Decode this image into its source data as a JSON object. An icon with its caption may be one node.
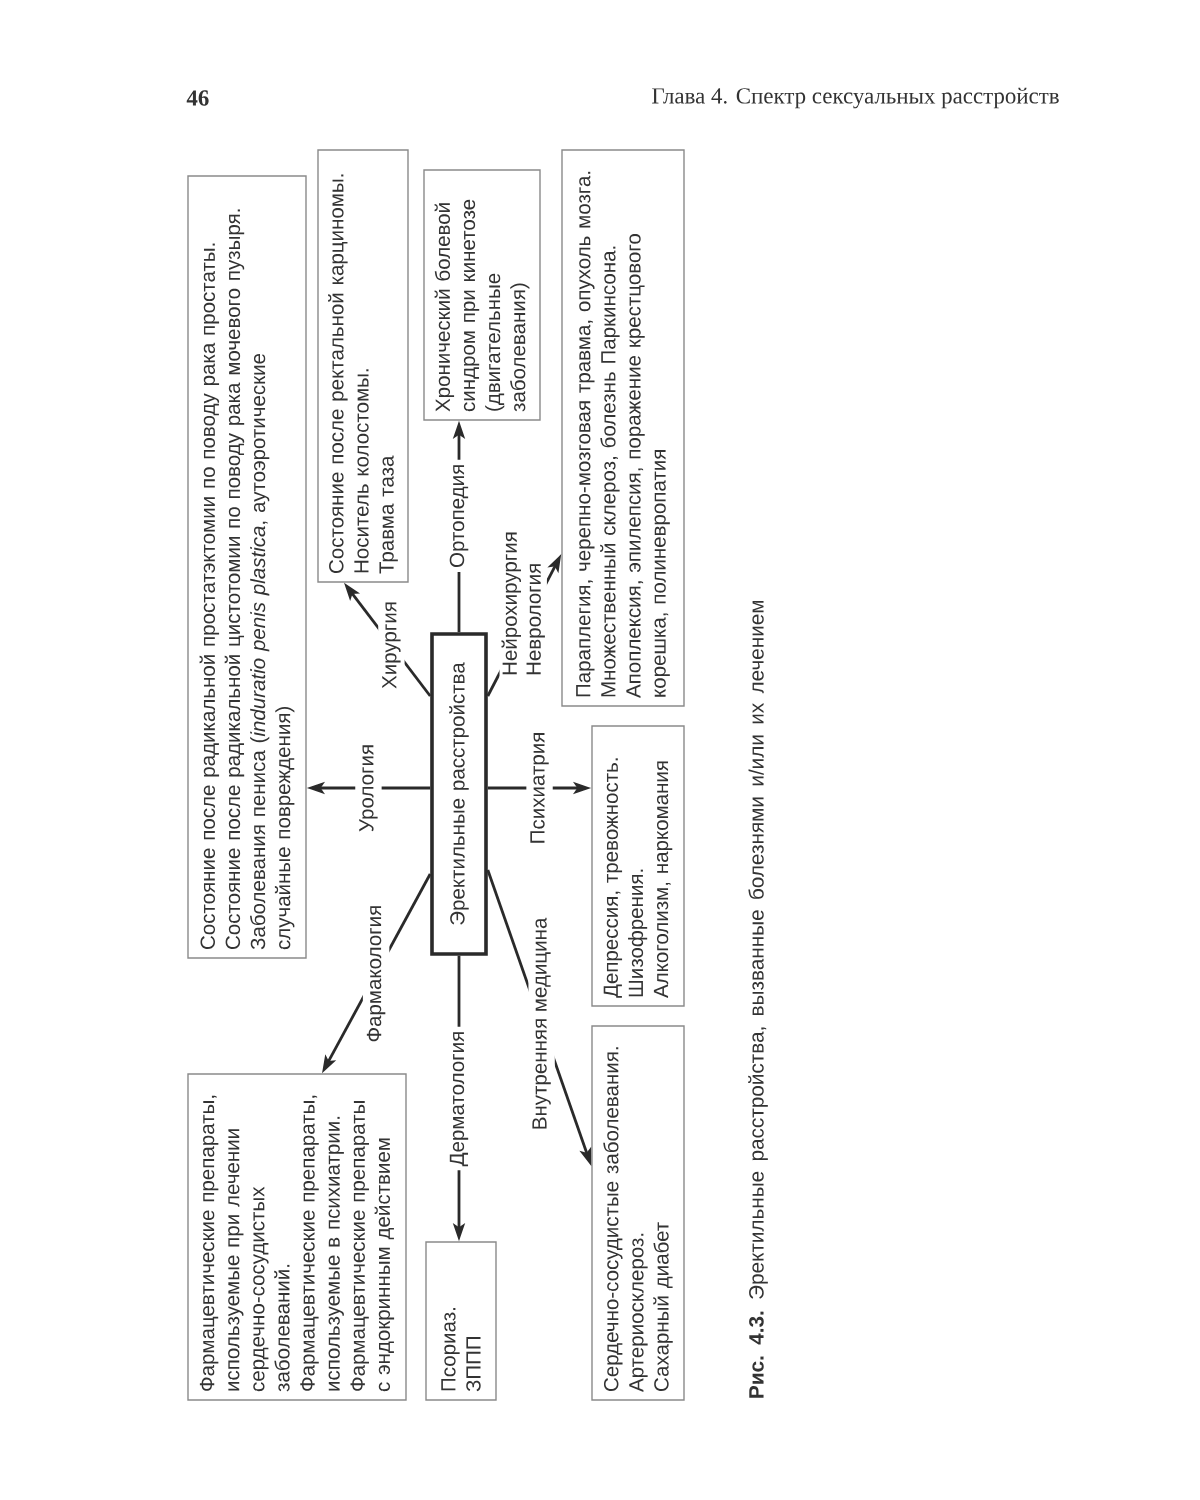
{
  "diagram": {
    "caption": "**Рис. 4.3.** Эректильные расстройства, вызванные болезнями и/или их лечением",
    "nodes": [
      {
        "text": [
          "Фармацевтические препараты, используемые при лечении сердечно-сосудистых заболеваний.",
          "Фармацевтические препараты, используемые в психиатрии.",
          "Фармацевтические препараты с эндокринным действием"
        ]
      },
      {
        "text": [
          "Состояние после радикальной простатэктомии по поводу рака простаты.",
          "Состояние после радикальной цистотомии по поводу рака мочевого пузыря.",
          "Заболевания пениса (*induratio penis plastica*, аутоэротические случайные повреждения)"
        ]
      },
      {
        "text": [
          "Псориаз.",
          "ЗППП"
        ]
      },
      {
        "text": [
          "Эректильные расстройства"
        ]
      },
      {
        "text": [
          "Состояние после ректальной карциномы.",
          "Носитель колостомы.",
          "Травма таза"
        ]
      },
      {
        "text": [
          "Хронический болевой синдром при кинетозе (двигательные заболевания)"
        ]
      },
      {
        "text": [
          "Сердечно-сосудистые заболевания.",
          "Артериосклероз.",
          "Сахарный диабет"
        ]
      },
      {
        "text": [
          "Депрессия, тревожность.",
          "Шизофрения.",
          "Алкоголизм, наркомания"
        ]
      },
      {
        "text": [
          "Параплегия, черепно-мозговая травма, опухоль мозга.",
          "Множественный склероз, болезнь Паркинсона.",
          "Апоплексия, эпилепсия, поражение крестцового корешка, полиневропатия"
        ]
      }
    ],
    "edges": [
      {
        "from": 3,
        "to": 0,
        "arrow": "to",
        "label": "Фармакология"
      },
      {
        "from": 3,
        "to": 1,
        "arrow": "to",
        "label": "Урология"
      },
      {
        "from": 3,
        "to": 4,
        "arrow": "to",
        "label": "Хирургия"
      },
      {
        "from": 3,
        "to": 5,
        "arrow": "to",
        "label": "Ортопедия"
      },
      {
        "from": 3,
        "to": 8,
        "arrow": "to",
        "label": "Нейрохирургия Неврология"
      },
      {
        "from": 3,
        "to": 7,
        "arrow": "to",
        "label": "Психиатрия"
      },
      {
        "from": 3,
        "to": 6,
        "arrow": "to",
        "label": "Внутренняя медицина"
      },
      {
        "from": 3,
        "to": 2,
        "arrow": "to",
        "label": "Дерматология"
      }
    ],
    "labels": [
      "46",
      "Глава 4. Спектр сексуальных расстройств"
    ]
  }
}
